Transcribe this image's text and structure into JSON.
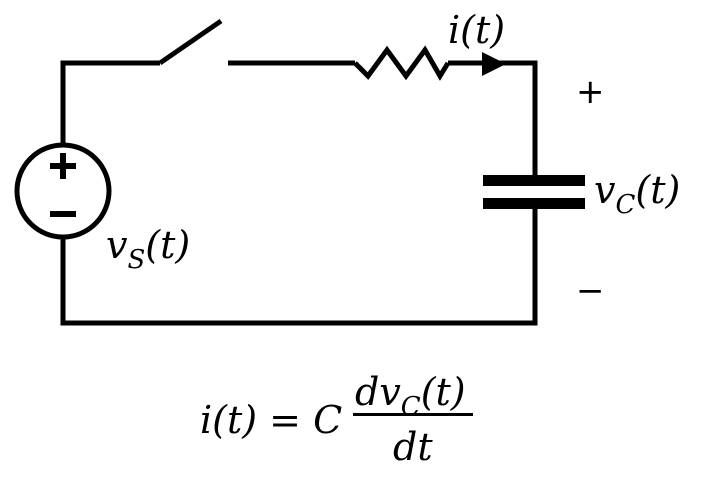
{
  "labels": {
    "current": "i(t)",
    "cap_voltage_var": "v",
    "cap_voltage_sub": "C",
    "cap_voltage_arg": "(t)",
    "source_var": "v",
    "source_sub": "S",
    "source_arg": "(t)",
    "plus": "+",
    "minus": "−"
  },
  "equation": {
    "lhs": "i(t) = C",
    "num_var": "dv",
    "num_sub": "C",
    "num_arg": "(t)",
    "denominator": "dt"
  }
}
